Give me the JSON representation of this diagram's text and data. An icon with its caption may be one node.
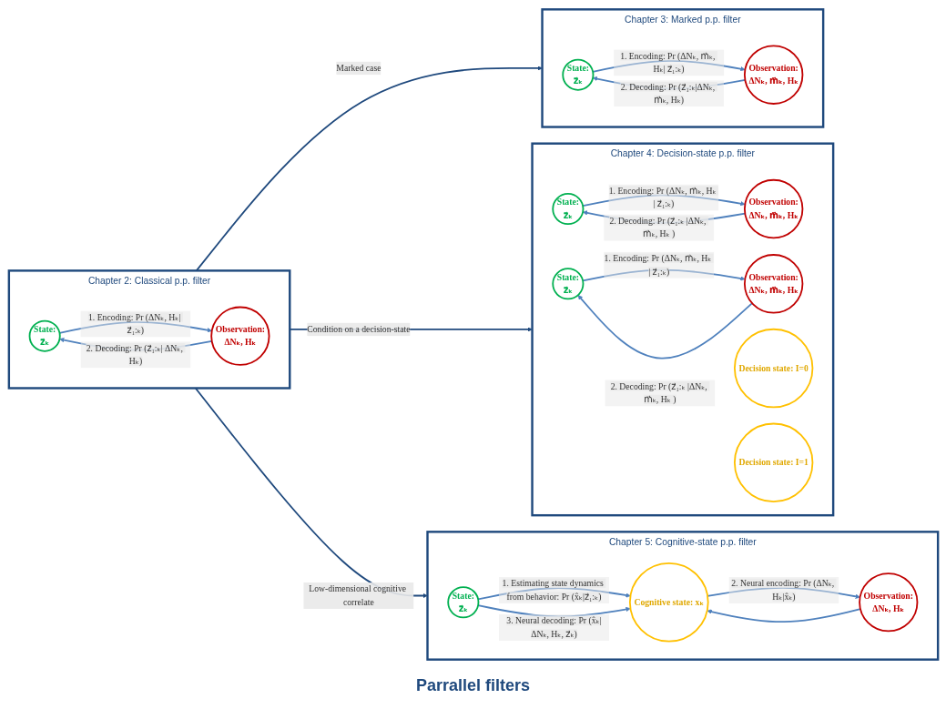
{
  "diagram": {
    "nodes": [
      {
        "text": [
          "Chapter 2: Classical p.p. filter"
        ]
      },
      {
        "text": [
          "State:",
          "z⃗ₖ"
        ],
        "in": 0
      },
      {
        "text": [
          "Observation:",
          "ΔNₖ, Hₖ"
        ],
        "in": 0
      },
      {
        "text": [
          "Chapter 3: Marked p.p. filter"
        ]
      },
      {
        "text": [
          "State:",
          "z⃗ₖ"
        ],
        "in": 3
      },
      {
        "text": [
          "Observation:",
          "ΔNₖ, m⃗ₖ, Hₖ"
        ],
        "in": 3
      },
      {
        "text": [
          "Chapter 4: Decision-state p.p. filter"
        ]
      },
      {
        "text": [
          "State:",
          "z⃗ₖ"
        ],
        "in": 6
      },
      {
        "text": [
          "Observation:",
          "ΔNₖ, m⃗ₖ, Hₖ"
        ],
        "in": 6
      },
      {
        "text": [
          "Decision state: I=0"
        ],
        "in": 6
      },
      {
        "text": [
          "State:",
          "z⃗ₖ"
        ],
        "in": 6
      },
      {
        "text": [
          "Observation:",
          "ΔNₖ, m⃗ₖ, Hₖ"
        ],
        "in": 6
      },
      {
        "text": [
          "Decision state: I=1"
        ],
        "in": 6
      },
      {
        "text": [
          "Chapter 5: Cognitive-state p.p. filter"
        ]
      },
      {
        "text": [
          "State:",
          "z⃗ₖ"
        ],
        "in": 13
      },
      {
        "text": [
          "Cognitive state: xₖ"
        ],
        "in": 13
      },
      {
        "text": [
          "Observation:",
          "ΔNₖ, Hₖ"
        ],
        "in": 13
      }
    ],
    "edges": [
      {
        "from": 0,
        "to": 3,
        "arrow": "to",
        "label": "Marked case"
      },
      {
        "from": 0,
        "to": 6,
        "arrow": "to",
        "label": "Condition on a decision-state"
      },
      {
        "from": 0,
        "to": 13,
        "arrow": "to",
        "label": "Low-dimensional cognitive correlate"
      },
      {
        "from": 1,
        "to": 2,
        "arrow": "to",
        "label": "1. Encoding: Pr (ΔNₖ, Hₖ| z⃗₁:ₖ)"
      },
      {
        "from": 2,
        "to": 1,
        "arrow": "to",
        "label": "2. Decoding: Pr (z⃗₁:ₖ| ΔNₖ, Hₖ)"
      },
      {
        "from": 4,
        "to": 5,
        "arrow": "to",
        "label": "1. Encoding: Pr (ΔNₖ, m⃗ₖ, Hₖ| z⃗₁:ₖ)"
      },
      {
        "from": 5,
        "to": 4,
        "arrow": "to",
        "label": "2. Decoding: Pr (z⃗₁:ₖ|ΔNₖ, m⃗ₖ, Hₖ)"
      },
      {
        "from": 7,
        "to": 8,
        "arrow": "to",
        "label": "1. Encoding: Pr (ΔNₖ, m⃗ₖ, Hₖ | z⃗₁:ₖ)"
      },
      {
        "from": 8,
        "to": 7,
        "arrow": "to",
        "label": "2. Decoding: Pr (z⃗₁:ₖ |ΔNₖ, m⃗ₖ, Hₖ )"
      },
      {
        "from": 10,
        "to": 11,
        "arrow": "to",
        "label": "1. Encoding: Pr (ΔNₖ, m⃗ₖ, Hₖ | z⃗₁:ₖ)"
      },
      {
        "from": 11,
        "to": 10,
        "arrow": "to",
        "label": "2. Decoding: Pr (z⃗₁:ₖ |ΔNₖ, m⃗ₖ, Hₖ )"
      },
      {
        "from": 14,
        "to": 15,
        "arrow": "to",
        "label": "1. Estimating state dynamics from behavior: Pr (x̂ₖ|z⃗₁:ₖ)"
      },
      {
        "from": 15,
        "to": 16,
        "arrow": "to",
        "label": "2. Neural encoding: Pr (ΔNₖ, Hₖ|x̂ₖ)"
      },
      {
        "from": 14,
        "to": 15,
        "arrow": "to",
        "label": "3. Neural decoding: Pr (x̂ₖ|ΔNₖ, Hₖ, z⃗ₖ)"
      },
      {
        "from": 16,
        "to": 15,
        "arrow": "to"
      }
    ],
    "labels": [
      "Parrallel filters"
    ]
  }
}
